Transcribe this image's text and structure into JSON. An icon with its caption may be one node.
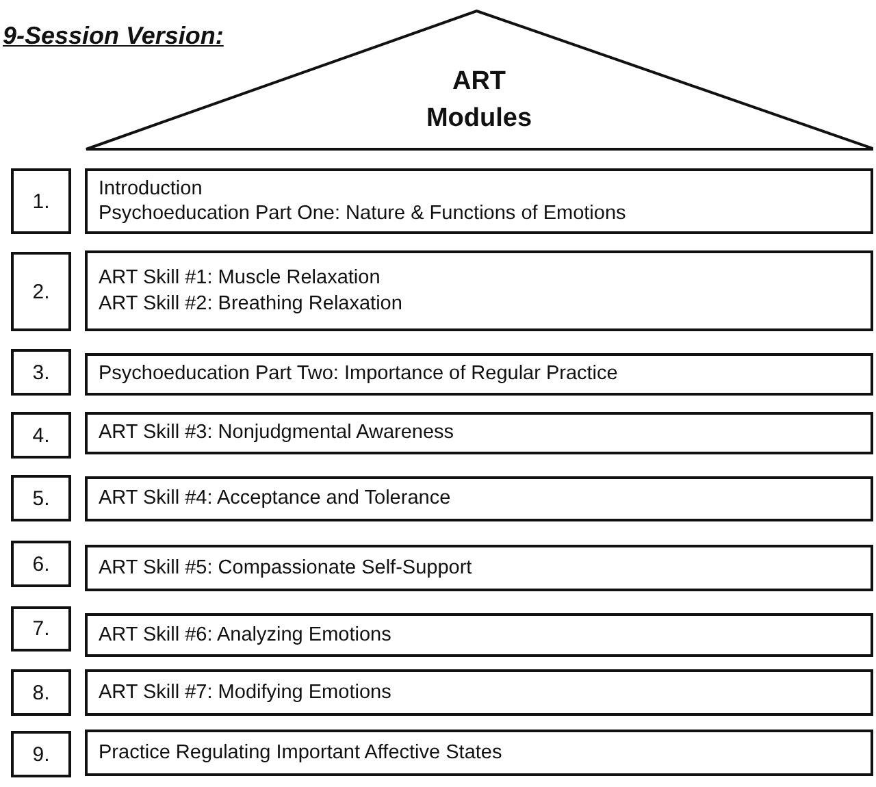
{
  "diagram": {
    "title": "9-Session Version:",
    "nodes": [
      {
        "text": [
          "ART Modules"
        ]
      },
      {
        "text": [
          "1."
        ]
      },
      {
        "text": [
          "Introduction",
          "Psychoeducation Part One: Nature & Functions of Emotions"
        ]
      },
      {
        "text": [
          "2."
        ]
      },
      {
        "text": [
          "ART Skill #1: Muscle Relaxation",
          "ART Skill #2: Breathing Relaxation"
        ]
      },
      {
        "text": [
          "3."
        ]
      },
      {
        "text": [
          "Psychoeducation Part Two: Importance of Regular Practice"
        ]
      },
      {
        "text": [
          "4."
        ]
      },
      {
        "text": [
          "ART Skill #3: Nonjudgmental Awareness"
        ]
      },
      {
        "text": [
          "5."
        ]
      },
      {
        "text": [
          "ART Skill #4: Acceptance and Tolerance"
        ]
      },
      {
        "text": [
          "6."
        ]
      },
      {
        "text": [
          "ART Skill #5: Compassionate Self-Support"
        ]
      },
      {
        "text": [
          "7."
        ]
      },
      {
        "text": [
          "ART Skill #6: Analyzing Emotions"
        ]
      },
      {
        "text": [
          "8."
        ]
      },
      {
        "text": [
          "ART Skill #7: Modifying Emotions"
        ]
      },
      {
        "text": [
          "9."
        ]
      },
      {
        "text": [
          "Practice Regulating Important Affective States"
        ]
      }
    ]
  }
}
